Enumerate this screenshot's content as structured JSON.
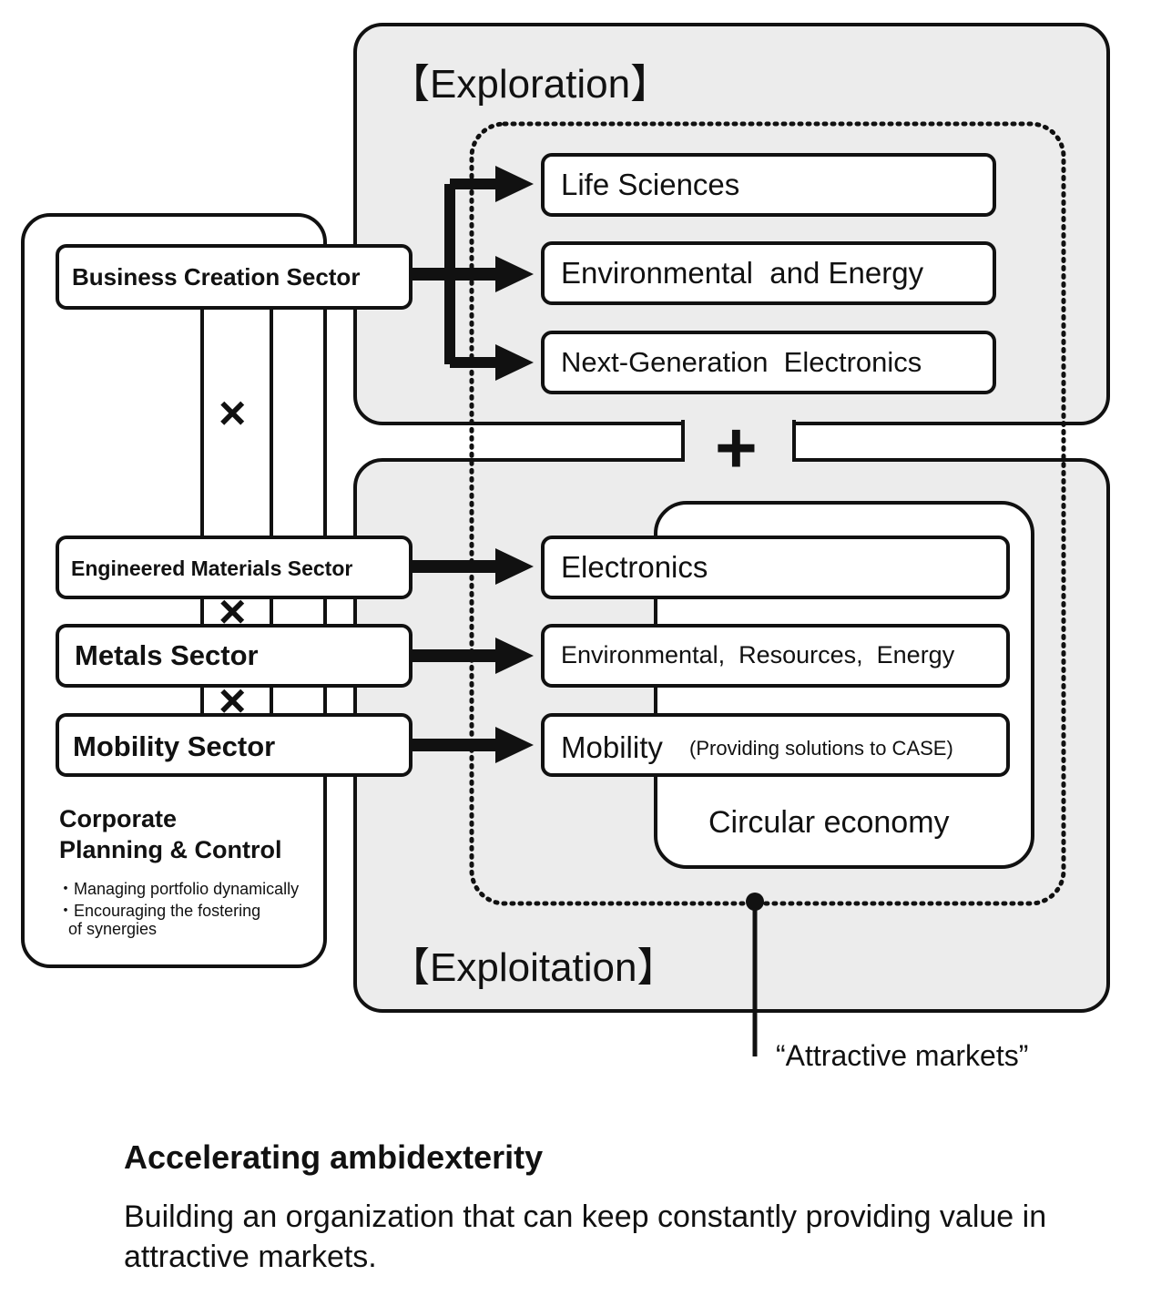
{
  "exploration": {
    "title": "【Exploration】",
    "markets": [
      "Life Sciences",
      "Environmental  and Energy",
      "Next-Generation  Electronics"
    ]
  },
  "exploitation": {
    "title": "【Exploitation】",
    "markets": {
      "electronics": "Electronics",
      "environmental": "Environmental,  Resources,  Energy",
      "mobility": "Mobility",
      "mobility_note": "(Providing solutions to CASE)"
    },
    "circular_economy": "Circular economy"
  },
  "sectors": {
    "business_creation": "Business Creation Sector",
    "engineered_materials": "Engineered Materials Sector",
    "metals": "Metals Sector",
    "mobility": "Mobility Sector",
    "cross_symbol": "×"
  },
  "plus_symbol": "+",
  "corporate": {
    "title_line1": "Corporate",
    "title_line2": "Planning & Control",
    "bullets": [
      "・Managing portfolio dynamically",
      "・Encouraging the fostering",
      "of synergies"
    ]
  },
  "attractive_markets_label": "“Attractive markets”",
  "footer": {
    "title": "Accelerating ambidexterity",
    "description": "Building an organization that can keep constantly providing value in attractive markets."
  },
  "colors": {
    "panel_fill": "#ececec",
    "stroke": "#111111",
    "box_fill": "#ffffff"
  }
}
